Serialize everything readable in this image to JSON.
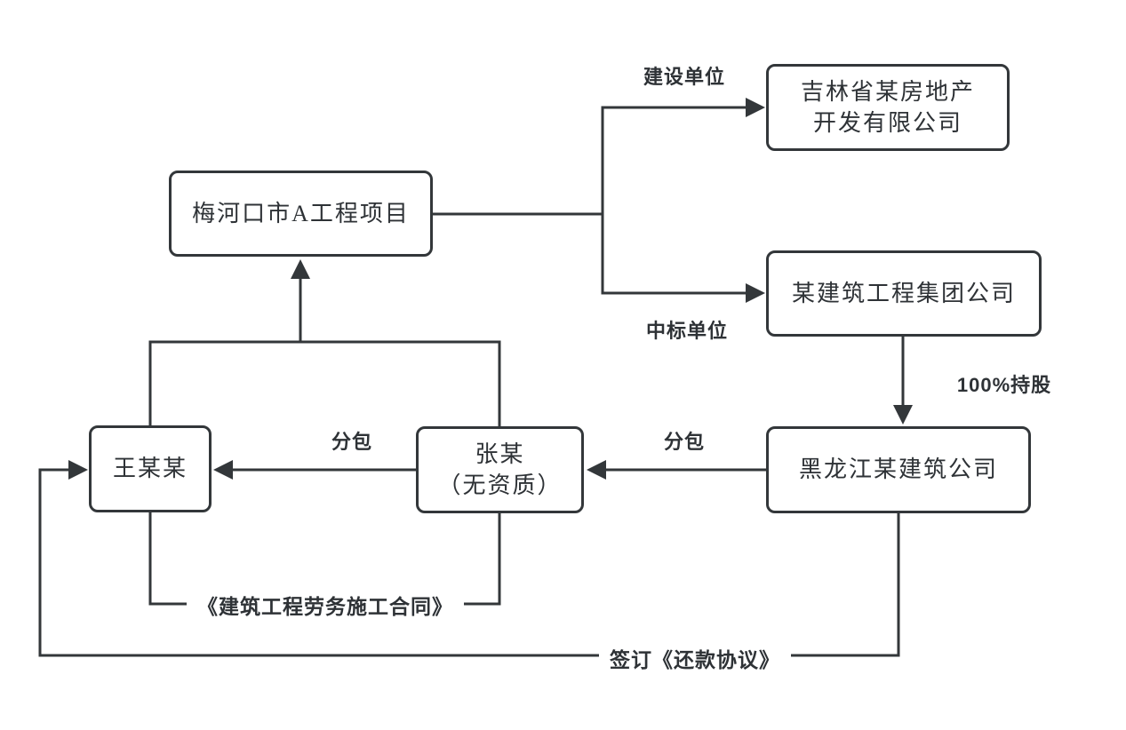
{
  "colors": {
    "background": "#ffffff",
    "line": "#33373a",
    "text": "#2e3236"
  },
  "nodes": {
    "developer": {
      "line1": "吉林省某房地产",
      "line2": "开发有限公司"
    },
    "project": {
      "label": "梅河口市A工程项目"
    },
    "group_company": {
      "label": "某建筑工程集团公司"
    },
    "heilongjiang_company": {
      "label": "黑龙江某建筑公司"
    },
    "zhang": {
      "line1": "张某",
      "line2": "（无资质）"
    },
    "wang": {
      "label": "王某某"
    }
  },
  "edge_labels": {
    "construction_unit": "建设单位",
    "winning_bid_unit": "中标单位",
    "shareholding_100": "100%持股",
    "subcontract_to_zhang": "分包",
    "subcontract_to_wang": "分包",
    "labor_contract": "《建筑工程劳务施工合同》",
    "repayment_agreement": "签订《还款协议》"
  }
}
